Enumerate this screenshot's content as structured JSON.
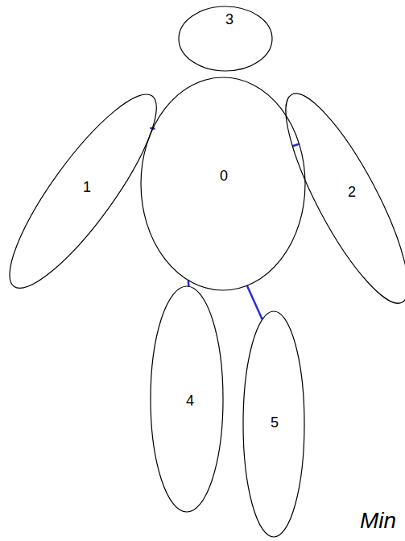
{
  "diagram": {
    "nodes": [
      {
        "text": [
          "0"
        ]
      },
      {
        "text": [
          "1"
        ]
      },
      {
        "text": [
          "2"
        ]
      },
      {
        "text": [
          "3"
        ]
      },
      {
        "text": [
          "4"
        ]
      },
      {
        "text": [
          "5"
        ]
      }
    ],
    "edges": [
      {
        "from": 0,
        "to": 1,
        "arrow": "none"
      },
      {
        "from": 0,
        "to": 2,
        "arrow": "none"
      },
      {
        "from": 0,
        "to": 4,
        "arrow": "none"
      },
      {
        "from": 0,
        "to": 5,
        "arrow": "none"
      }
    ],
    "labels": [
      "Min"
    ]
  }
}
